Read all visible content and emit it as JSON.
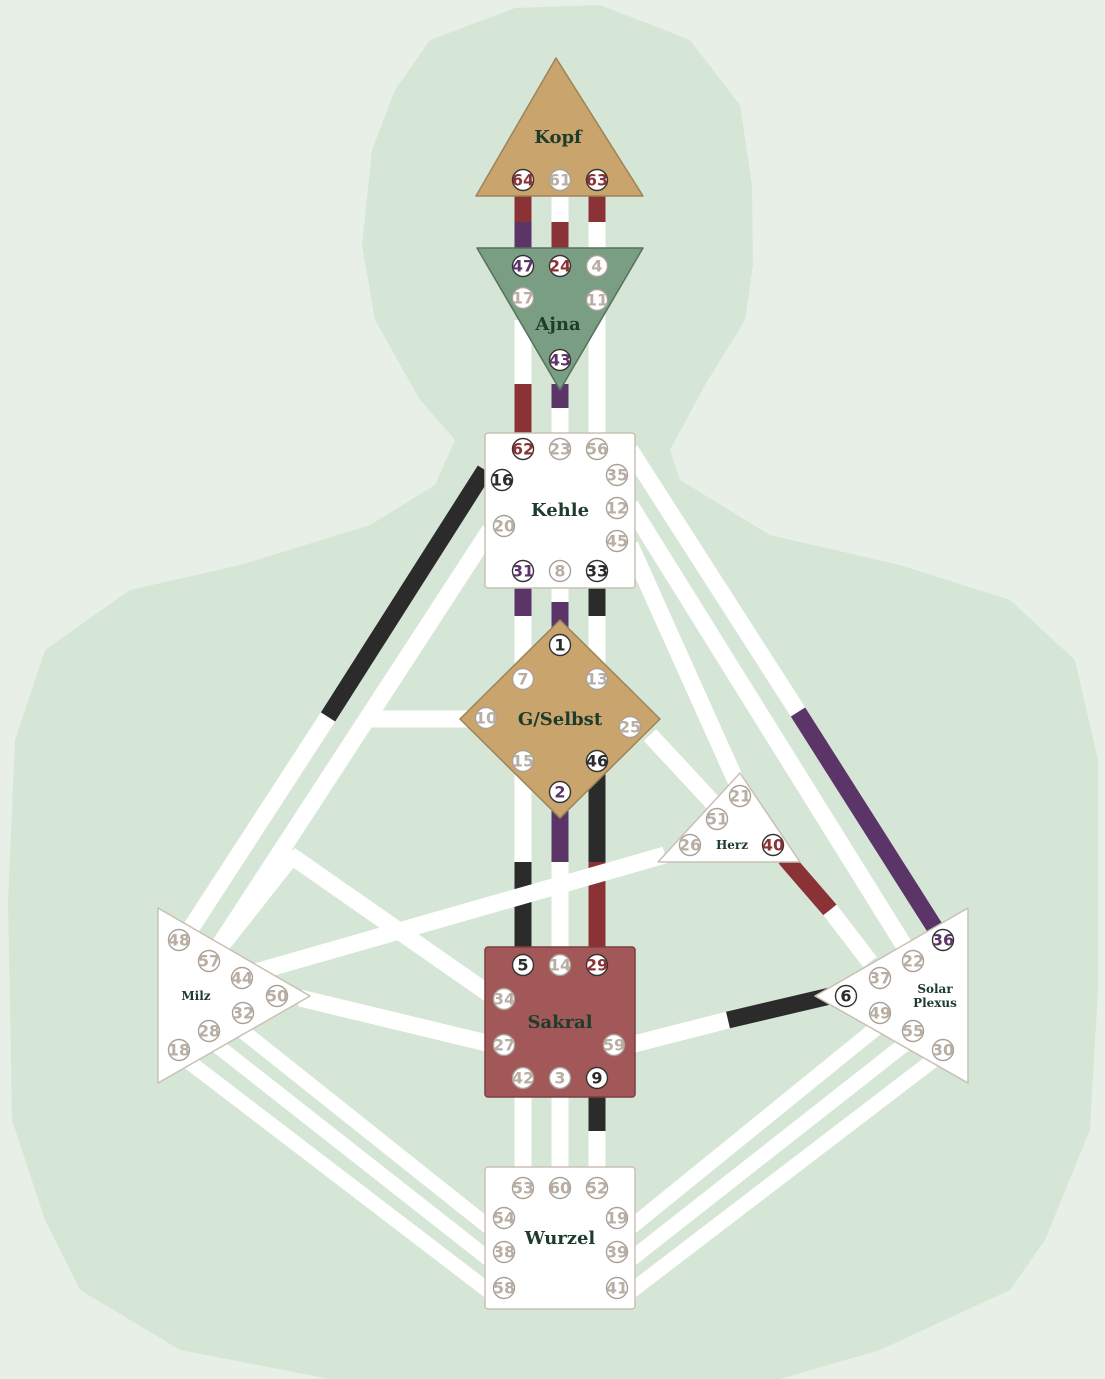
{
  "colors": {
    "background": "#e8efe7",
    "body_silhouette": "#d6e6d6",
    "channel_inactive": "#ffffff",
    "personality_black": "#2b2b2b",
    "design_red": "#8b3236",
    "both_purple": "#5b3468",
    "center_undefined": "#ffffff",
    "kopf_fill": "#c9a46c",
    "ajna_fill": "#7a9e84",
    "g_fill": "#c9a46c",
    "sacral_fill": "#a25858",
    "label_text": "#1e3b2c",
    "gate_inactive_text": "#b8aea4"
  },
  "centers": {
    "kopf": {
      "label": "Kopf",
      "defined": true
    },
    "ajna": {
      "label": "Ajna",
      "defined": true
    },
    "kehle": {
      "label": "Kehle",
      "defined": false
    },
    "g": {
      "label": "G/Selbst",
      "defined": true
    },
    "herz": {
      "label": "Herz",
      "defined": false
    },
    "milz": {
      "label": "Milz",
      "defined": false
    },
    "sakral": {
      "label": "Sakral",
      "defined": true
    },
    "solar": {
      "label_line1": "Solar",
      "label_line2": "Plexus",
      "defined": false
    },
    "wurzel": {
      "label": "Wurzel",
      "defined": false
    }
  },
  "gates": [
    {
      "number": "64",
      "activation": "design"
    },
    {
      "number": "61",
      "activation": "none"
    },
    {
      "number": "63",
      "activation": "design"
    },
    {
      "number": "47",
      "activation": "both"
    },
    {
      "number": "24",
      "activation": "design"
    },
    {
      "number": "4",
      "activation": "none"
    },
    {
      "number": "17",
      "activation": "none"
    },
    {
      "number": "11",
      "activation": "none"
    },
    {
      "number": "43",
      "activation": "both"
    },
    {
      "number": "62",
      "activation": "design"
    },
    {
      "number": "23",
      "activation": "none"
    },
    {
      "number": "56",
      "activation": "none"
    },
    {
      "number": "35",
      "activation": "none"
    },
    {
      "number": "16",
      "activation": "personality"
    },
    {
      "number": "12",
      "activation": "none"
    },
    {
      "number": "20",
      "activation": "none"
    },
    {
      "number": "45",
      "activation": "none"
    },
    {
      "number": "31",
      "activation": "both"
    },
    {
      "number": "8",
      "activation": "none"
    },
    {
      "number": "33",
      "activation": "personality"
    },
    {
      "number": "1",
      "activation": "personality"
    },
    {
      "number": "7",
      "activation": "none"
    },
    {
      "number": "13",
      "activation": "none"
    },
    {
      "number": "10",
      "activation": "none"
    },
    {
      "number": "25",
      "activation": "none"
    },
    {
      "number": "15",
      "activation": "none"
    },
    {
      "number": "46",
      "activation": "personality"
    },
    {
      "number": "2",
      "activation": "both"
    },
    {
      "number": "21",
      "activation": "none"
    },
    {
      "number": "51",
      "activation": "none"
    },
    {
      "number": "26",
      "activation": "none"
    },
    {
      "number": "40",
      "activation": "design"
    },
    {
      "number": "48",
      "activation": "none"
    },
    {
      "number": "57",
      "activation": "none"
    },
    {
      "number": "44",
      "activation": "none"
    },
    {
      "number": "50",
      "activation": "none"
    },
    {
      "number": "32",
      "activation": "none"
    },
    {
      "number": "28",
      "activation": "none"
    },
    {
      "number": "18",
      "activation": "none"
    },
    {
      "number": "5",
      "activation": "personality"
    },
    {
      "number": "14",
      "activation": "none"
    },
    {
      "number": "29",
      "activation": "design"
    },
    {
      "number": "34",
      "activation": "none"
    },
    {
      "number": "27",
      "activation": "none"
    },
    {
      "number": "59",
      "activation": "none"
    },
    {
      "number": "42",
      "activation": "none"
    },
    {
      "number": "3",
      "activation": "none"
    },
    {
      "number": "9",
      "activation": "personality"
    },
    {
      "number": "36",
      "activation": "both"
    },
    {
      "number": "22",
      "activation": "none"
    },
    {
      "number": "37",
      "activation": "none"
    },
    {
      "number": "6",
      "activation": "personality"
    },
    {
      "number": "49",
      "activation": "none"
    },
    {
      "number": "55",
      "activation": "none"
    },
    {
      "number": "30",
      "activation": "none"
    },
    {
      "number": "53",
      "activation": "none"
    },
    {
      "number": "60",
      "activation": "none"
    },
    {
      "number": "52",
      "activation": "none"
    },
    {
      "number": "54",
      "activation": "none"
    },
    {
      "number": "19",
      "activation": "none"
    },
    {
      "number": "38",
      "activation": "none"
    },
    {
      "number": "39",
      "activation": "none"
    },
    {
      "number": "58",
      "activation": "none"
    },
    {
      "number": "41",
      "activation": "none"
    }
  ]
}
